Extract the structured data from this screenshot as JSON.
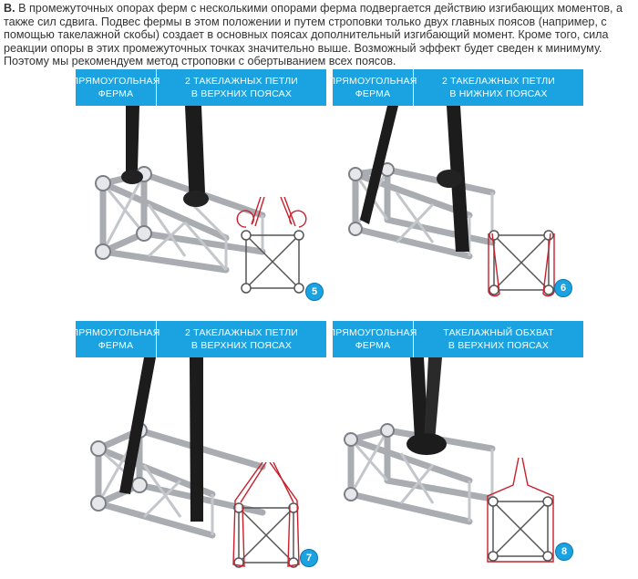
{
  "intro": {
    "lead": "B.",
    "text": " В промежуточных опорах ферм с несколькими опорами ферма подвергается действию изгибающих моментов, а также сил сдвига. Подвес фермы в этом положении и путем строповки только двух главных поясов (например, с помощью такелажной скобы) создает в основных поясах дополнительный изгибающий момент. Кроме того, сила реакции опоры в этих промежуточных точках значительно выше. Возможный эффект будет сведен к минимуму. Поэтому мы рекомендуем метод строповки с обертыванием всех поясов."
  },
  "panels": [
    {
      "col1": "ПРЯМОУГОЛЬНАЯ\nФЕРМА",
      "col2": "2 ТАКЕЛАЖНЫХ ПЕТЛИ\nВ ВЕРХНИХ ПОЯСАХ",
      "badge": "5"
    },
    {
      "col1": "ПРЯМОУГОЛЬНАЯ\nФЕРМА",
      "col2": "2 ТАКЕЛАЖНЫХ ПЕТЛИ\nВ НИЖНИХ ПОЯСАХ",
      "badge": "6"
    },
    {
      "col1": "ПРЯМОУГОЛЬНАЯ\nФЕРМА",
      "col2": "2 ТАКЕЛАЖНЫХ ПЕТЛИ\nВ ВЕРХНИХ ПОЯСАХ",
      "badge": "7"
    },
    {
      "col1": "ПРЯМОУГОЛЬНАЯ\nФЕРМА",
      "col2": "ТАКЕЛАЖНЫЙ ОБХВАТ\nВ ВЕРХНИХ ПОЯСАХ",
      "badge": "8"
    }
  ],
  "colors": {
    "header": "#1aa3e0",
    "sling": "#c8202c",
    "strap": "#1c1c1c",
    "truss": "#b9bcc0"
  }
}
